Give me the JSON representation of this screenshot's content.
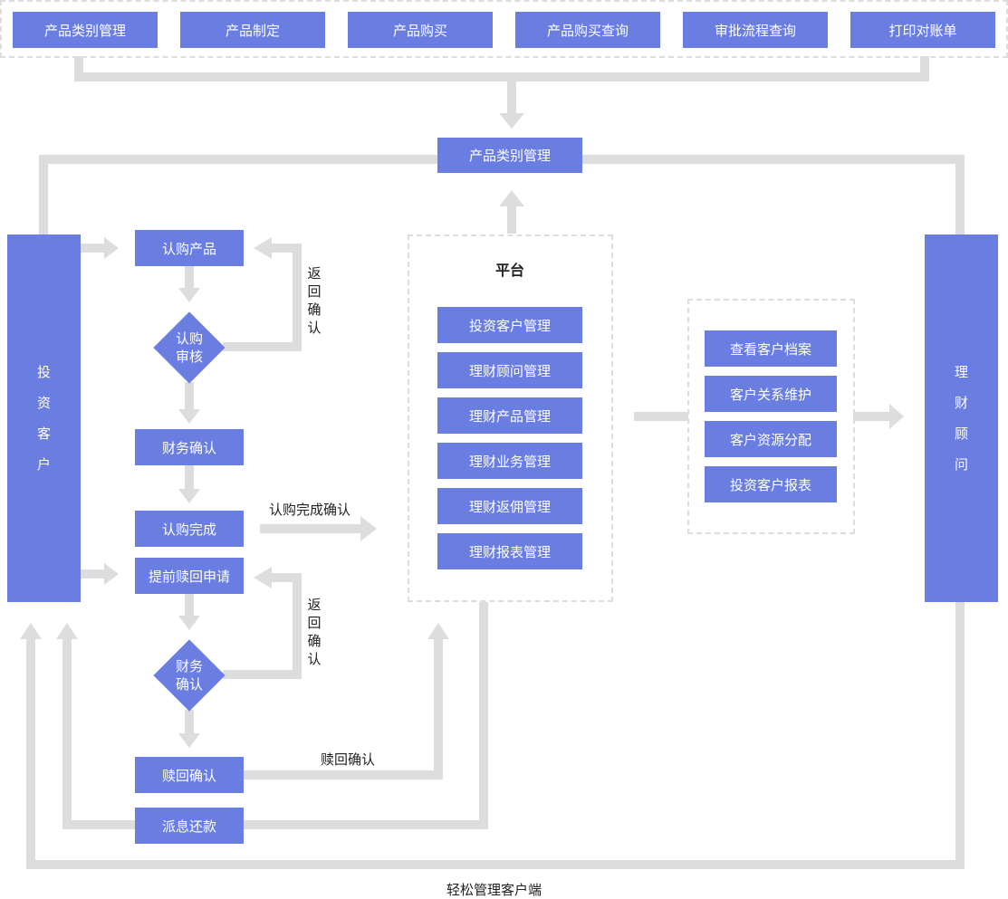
{
  "top_bar": {
    "items": [
      "产品类别管理",
      "产品制定",
      "产品购买",
      "产品购买查询",
      "审批流程查询",
      "打印对账单"
    ]
  },
  "center_top_box": "产品类别管理",
  "left_column": {
    "chars": [
      "投",
      "资",
      "客",
      "户"
    ]
  },
  "right_column": {
    "chars": [
      "理",
      "财",
      "顾",
      "问"
    ]
  },
  "flow": {
    "subscribe_product": "认购产品",
    "subscribe_review": [
      "认购",
      "审核"
    ],
    "finance_confirm": "财务确认",
    "subscribe_complete": "认购完成",
    "early_redeem": "提前赎回申请",
    "finance_confirm_diamond": [
      "财务",
      "确认"
    ],
    "redeem_confirm": "赎回确认",
    "interest_repay": "派息还款"
  },
  "labels": {
    "return_confirm_1": [
      "返",
      "回",
      "确",
      "认"
    ],
    "return_confirm_2": [
      "返",
      "回",
      "确",
      "认"
    ],
    "subscribe_complete_confirm": "认购完成确认",
    "redeem_confirm_label": "赎回确认",
    "footer": "轻松管理客户端"
  },
  "platform": {
    "title": "平台",
    "items": [
      "投资客户管理",
      "理财顾问管理",
      "理财产品管理",
      "理财业务管理",
      "理财返佣管理",
      "理财报表管理"
    ]
  },
  "advisor_panel": {
    "items": [
      "查看客户档案",
      "客户关系维护",
      "客户资源分配",
      "投资客户报表"
    ]
  },
  "colors": {
    "box": "#6a7ee2",
    "line": "#dddddd",
    "text": "#222222"
  }
}
